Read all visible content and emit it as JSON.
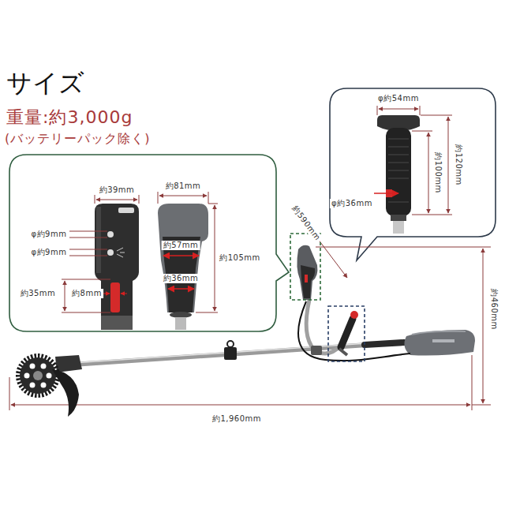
{
  "diagram": {
    "title": "サイズ",
    "nodes": [
      {
        "text": [
          "約39mm",
          "約81mm",
          "φ約9mm",
          "φ約9mm",
          "約57mm",
          "約36mm",
          "約105mm",
          "約35mm",
          "約8mm"
        ]
      },
      {
        "text": [
          "φ約54mm",
          "約120mm",
          "約100mm",
          "φ約36mm"
        ]
      }
    ],
    "labels": [
      "重量:約3,000g",
      "(バッテリーパック除く)",
      "約590mm",
      "約460mm",
      "約1,960mm"
    ]
  }
}
